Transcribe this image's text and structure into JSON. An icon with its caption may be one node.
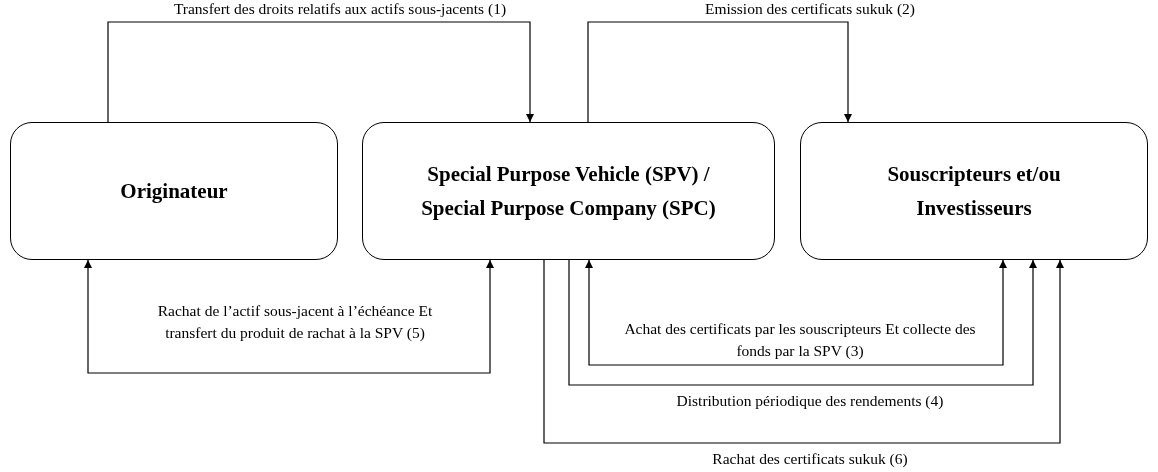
{
  "diagram": {
    "nodes": [
      {
        "text": [
          "Originateur"
        ]
      },
      {
        "text": [
          "Special Purpose Vehicle (SPV) / Special Purpose Company (SPC)"
        ]
      },
      {
        "text": [
          "Souscripteurs et/ou Investisseurs"
        ]
      }
    ],
    "edges": [
      {
        "from": 0,
        "to": 1,
        "arrow": "to",
        "label": "Transfert des droits relatifs aux actifs sous-jacents (1)"
      },
      {
        "from": 1,
        "to": 2,
        "arrow": "to",
        "label": "Emission des certificats sukuk (2)"
      },
      {
        "from": 1,
        "to": 0,
        "arrow": "both",
        "label": "Rachat de l’actif sous-jacent à l’échéance Et transfert du produit de rachat à la SPV (5)"
      },
      {
        "from": 2,
        "to": 1,
        "arrow": "both",
        "label": "Achat des certificats par les souscripteurs Et collecte des fonds par la SPV (3)"
      },
      {
        "from": 1,
        "to": 2,
        "arrow": "to",
        "label": "Distribution périodique des rendements (4)"
      },
      {
        "from": 1,
        "to": 2,
        "arrow": "to",
        "label": "Rachat des certificats sukuk (6)"
      }
    ]
  }
}
